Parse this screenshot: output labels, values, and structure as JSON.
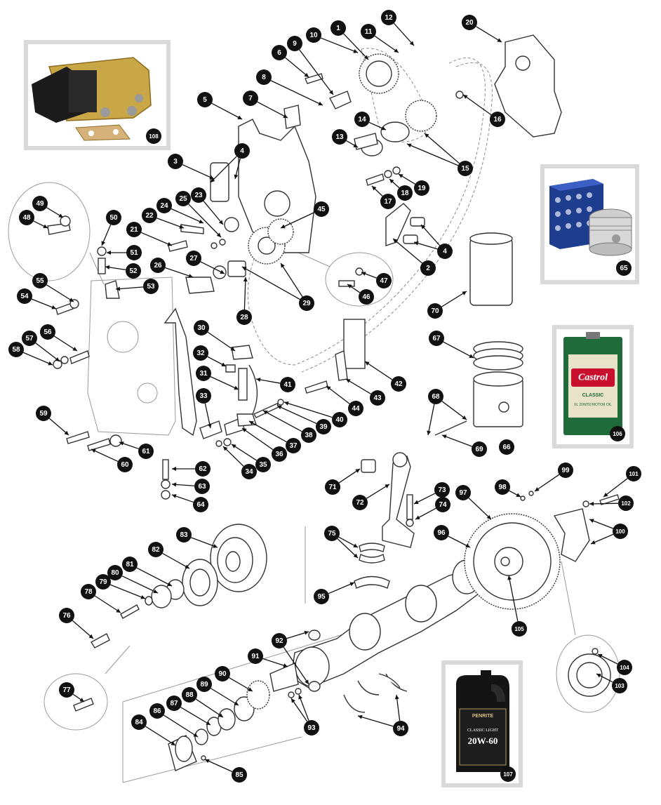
{
  "diagram": {
    "callouts": [
      "1",
      "2",
      "3",
      "4",
      "5",
      "6",
      "7",
      "8",
      "9",
      "10",
      "11",
      "12",
      "13",
      "14",
      "15",
      "16",
      "17",
      "18",
      "19",
      "20",
      "21",
      "22",
      "23",
      "24",
      "25",
      "26",
      "27",
      "28",
      "29",
      "30",
      "31",
      "32",
      "33",
      "34",
      "35",
      "36",
      "37",
      "38",
      "39",
      "40",
      "41",
      "42",
      "43",
      "44",
      "45",
      "46",
      "47",
      "48",
      "49",
      "50",
      "51",
      "52",
      "53",
      "54",
      "55",
      "56",
      "57",
      "58",
      "59",
      "60",
      "61",
      "62",
      "63",
      "64",
      "65",
      "66",
      "67",
      "68",
      "69",
      "70",
      "71",
      "72",
      "73",
      "74",
      "75",
      "76",
      "77",
      "78",
      "79",
      "80",
      "81",
      "82",
      "83",
      "84",
      "85",
      "86",
      "87",
      "88",
      "89",
      "90",
      "91",
      "92",
      "93",
      "94",
      "95",
      "96",
      "97",
      "98",
      "99",
      "100",
      "101",
      "102",
      "103",
      "104",
      "105",
      "106",
      "107",
      "108"
    ]
  },
  "products": {
    "oil_can": {
      "brand": "Castrol",
      "grade": "CLASSIC",
      "subtitle": "XL 20W/50 MOTOR OIL"
    },
    "oil_bottle": {
      "brand": "PENRITE",
      "line": "CLASSIC LIGHT",
      "grade": "20W-60"
    }
  },
  "colors": {
    "callout_fill": "#111111",
    "callout_text": "#ffffff",
    "inset_border": "#d9d9d9",
    "castrol_green": "#1f6b3a",
    "castrol_red": "#c8102e",
    "tensioner_brass": "#c9a646",
    "piston_box_blue": "#1e3d8f",
    "penrite_black": "#141414"
  }
}
